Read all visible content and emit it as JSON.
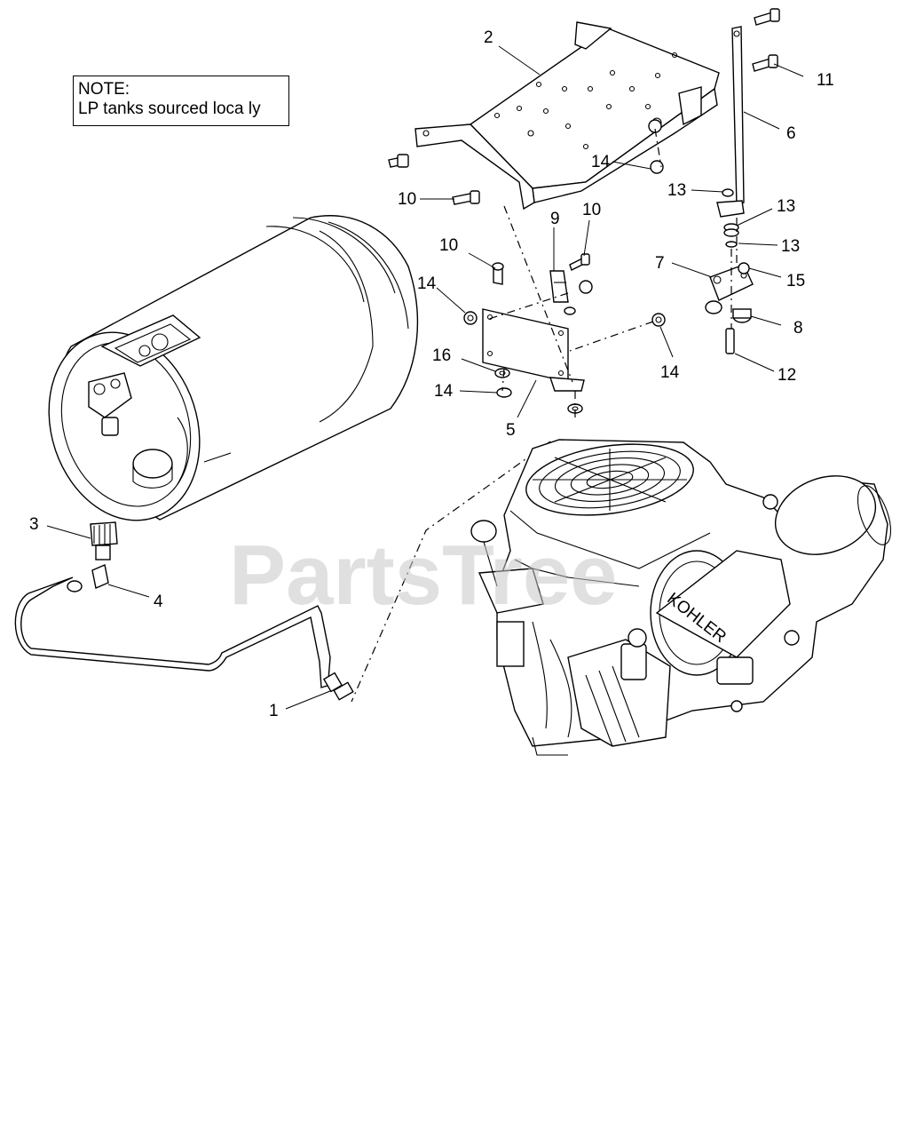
{
  "note": {
    "line1": "NOTE:",
    "line2": "LP tanks sourced loca ly"
  },
  "watermark": "PartsTree",
  "engine_brand_text": "KOHLER",
  "callouts": [
    "1",
    "2",
    "3",
    "4",
    "5",
    "6",
    "7",
    "8",
    "9",
    "10",
    "10",
    "10",
    "11",
    "12",
    "13",
    "13",
    "13",
    "14",
    "14",
    "14",
    "14",
    "15",
    "16"
  ],
  "colors": {
    "line": "#000000",
    "watermark": "#c8c8c8",
    "background": "#ffffff"
  }
}
